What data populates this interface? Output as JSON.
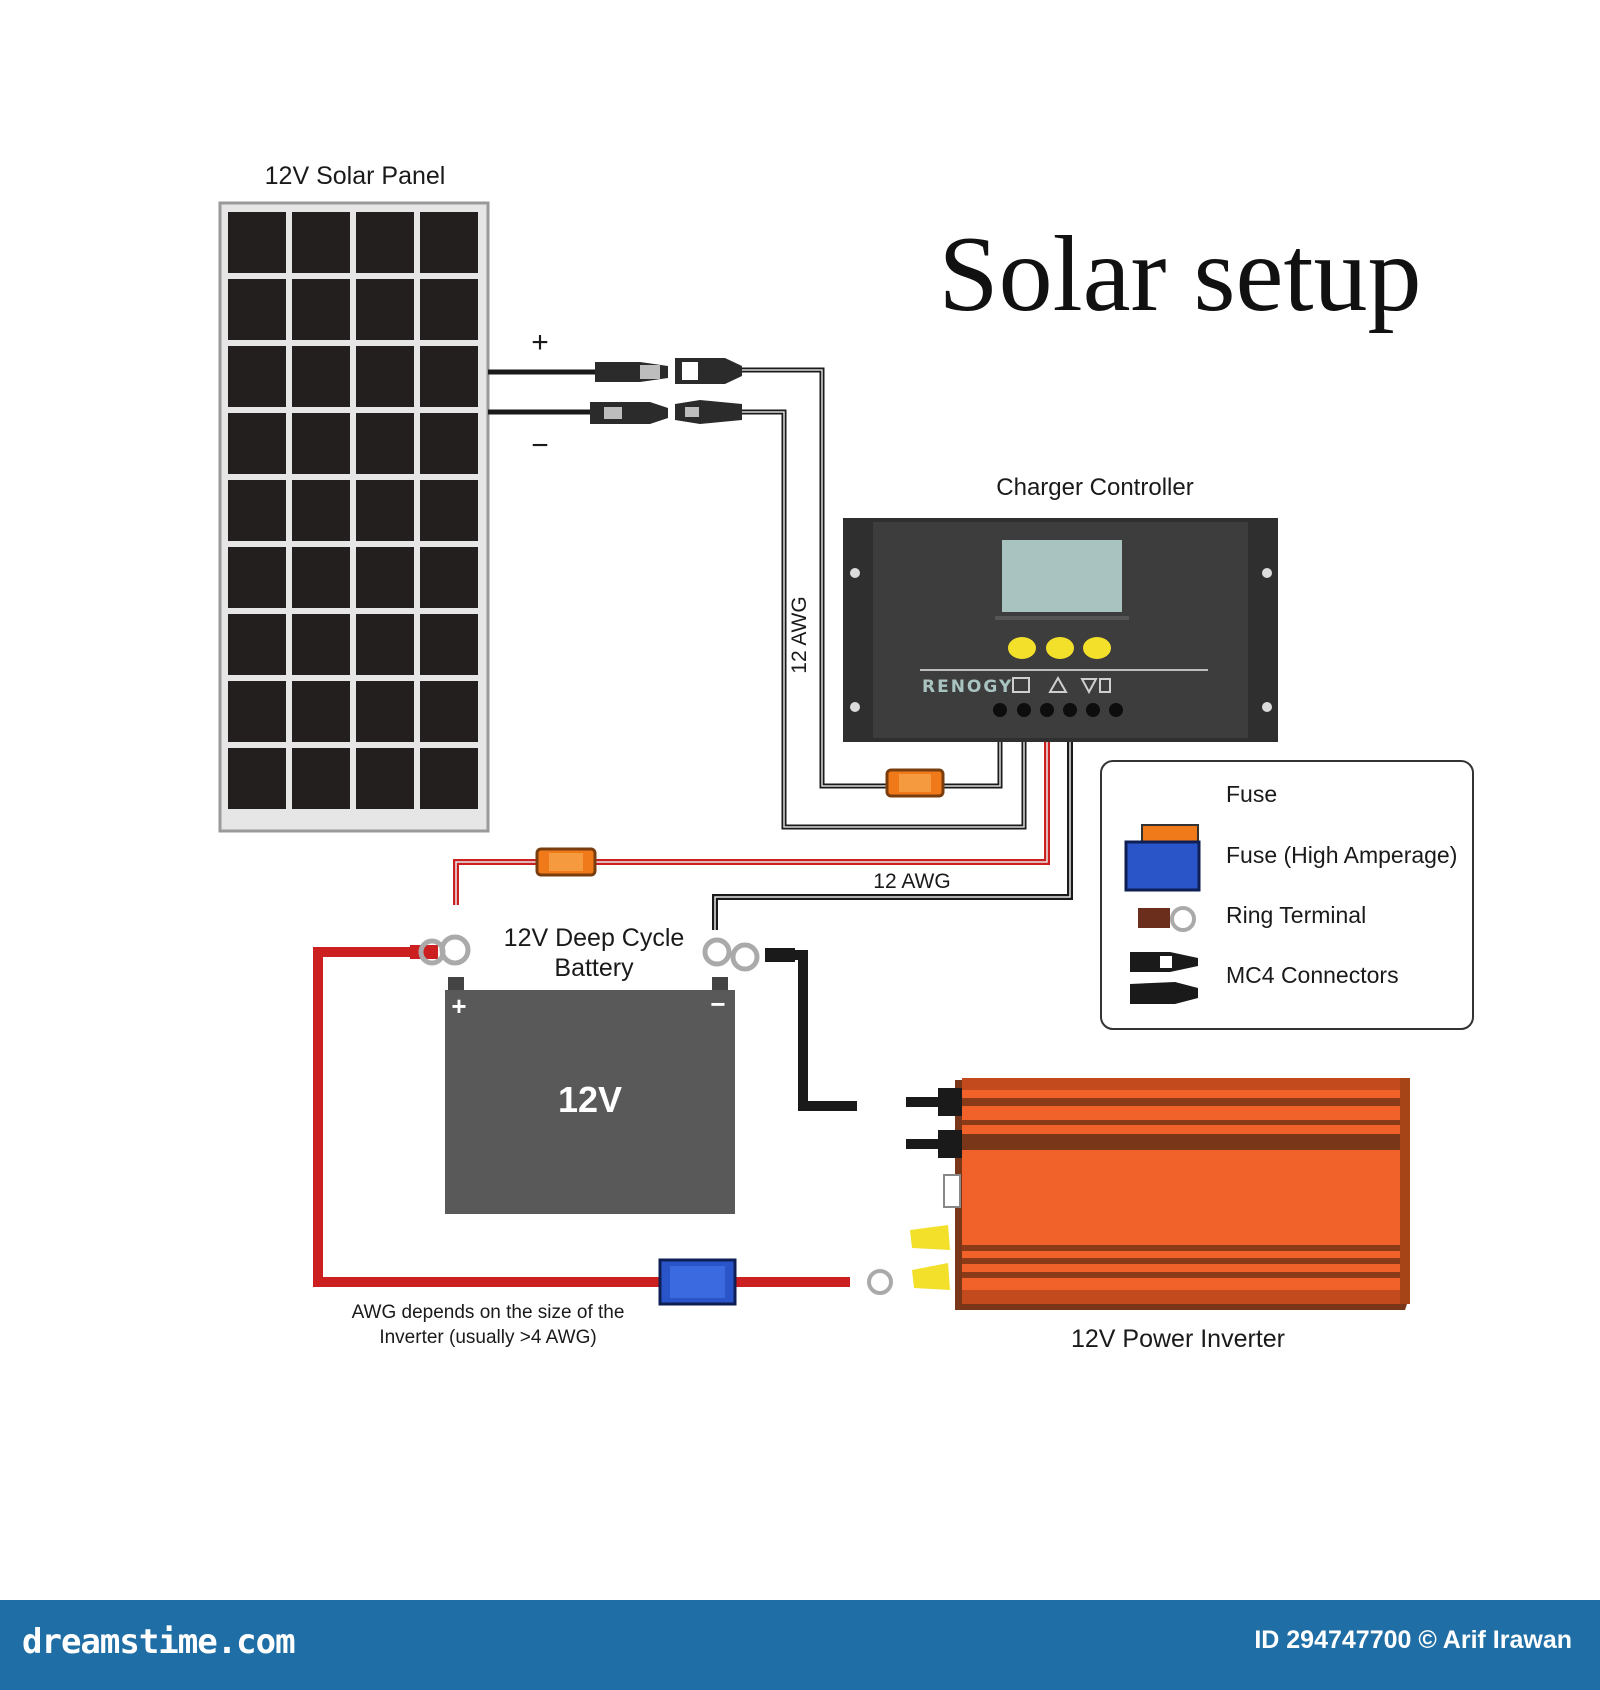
{
  "title": "Solar setup",
  "components": {
    "solar_panel": "12V Solar Panel",
    "charge_controller": "Charger Controller",
    "controller_brand": "RENOGY",
    "battery": "12V Deep Cycle Battery",
    "battery_voltage": "12V",
    "inverter": "12V Power Inverter"
  },
  "polarity": {
    "plus": "+",
    "minus": "−"
  },
  "wire_labels": {
    "panel_to_controller": "12 AWG",
    "controller_to_battery": "12 AWG",
    "inverter_note_line1": "AWG depends on the size of the",
    "inverter_note_line2": "Inverter (usually >4 AWG)"
  },
  "legend": [
    {
      "key": "fuse",
      "label": "Fuse"
    },
    {
      "key": "fuse_high",
      "label": "Fuse (High Amperage)"
    },
    {
      "key": "ring",
      "label": "Ring Terminal"
    },
    {
      "key": "mc4",
      "label": "MC4 Connectors"
    }
  ],
  "colors": {
    "positive_wire": "#cc1f1f",
    "negative_wire": "#1a1a1a",
    "fuse": "#f07a1a",
    "fuse_high": "#2a55c9",
    "inverter": "#f0622a",
    "battery": "#595959",
    "controller": "#3a3a3a",
    "lcd": "#a9c4c0",
    "buttons": "#f2e02a",
    "footer": "#1f6fa6"
  },
  "footer": {
    "site": "dreamstime.com",
    "credit": "ID 294747700 © Arif Irawan"
  }
}
